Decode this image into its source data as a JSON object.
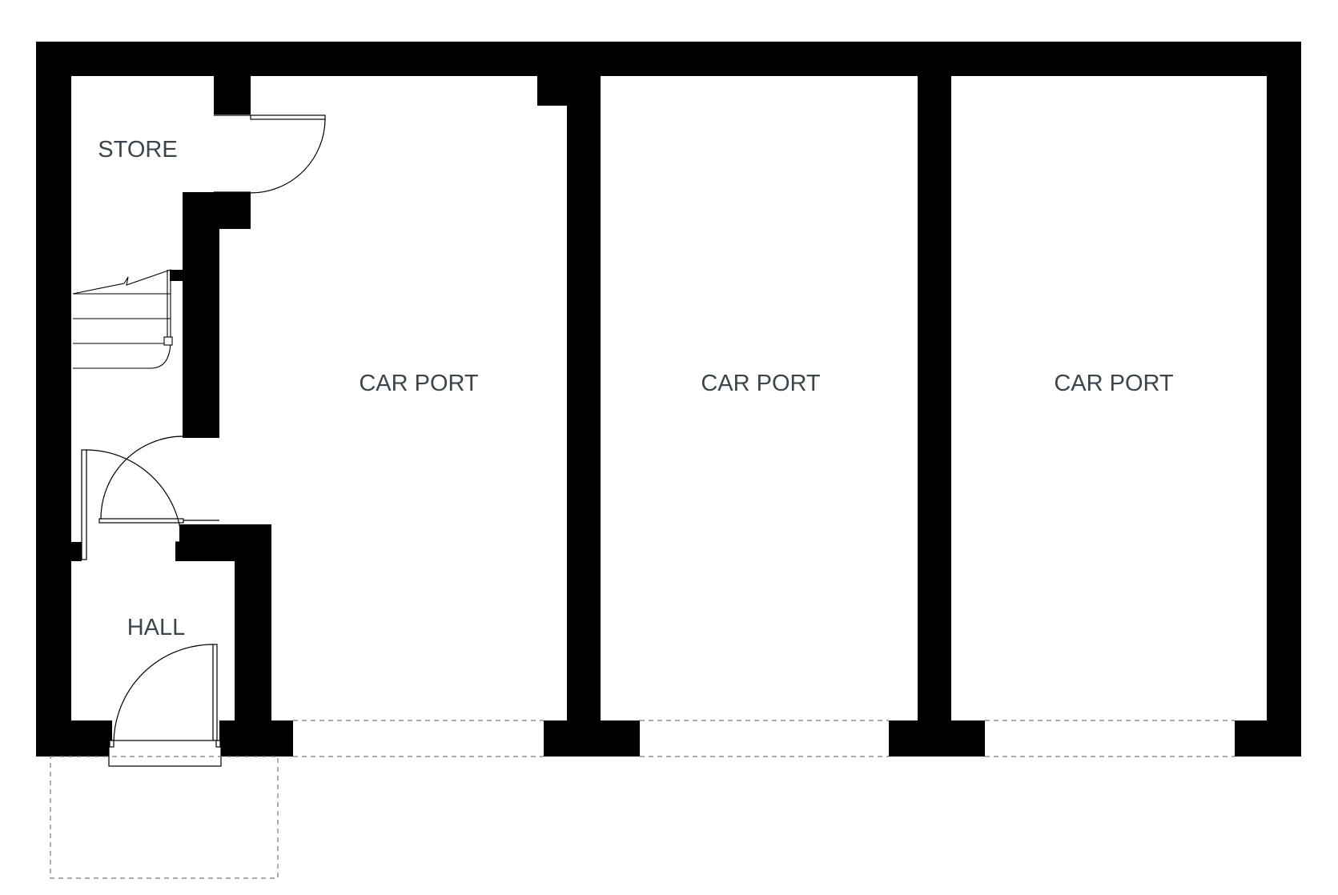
{
  "labels": {
    "store": "STORE",
    "car_port_1": "CAR PORT",
    "car_port_2": "CAR PORT",
    "car_port_3": "CAR PORT",
    "hall": "HALL"
  },
  "colors": {
    "wall": "#000000",
    "line": "#000000",
    "dashed": "#777777",
    "text": "#3a464c",
    "background": "#ffffff"
  }
}
